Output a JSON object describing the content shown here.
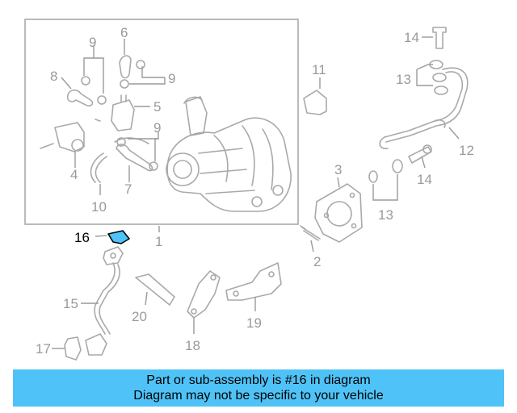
{
  "diagram": {
    "highlight_color": "#4fc3f7",
    "callouts": [
      {
        "id": "c1",
        "label": "1"
      },
      {
        "id": "c2",
        "label": "2"
      },
      {
        "id": "c3",
        "label": "3"
      },
      {
        "id": "c4",
        "label": "4"
      },
      {
        "id": "c5",
        "label": "5"
      },
      {
        "id": "c6",
        "label": "6"
      },
      {
        "id": "c7",
        "label": "7"
      },
      {
        "id": "c8",
        "label": "8"
      },
      {
        "id": "c9a",
        "label": "9"
      },
      {
        "id": "c9b",
        "label": "9"
      },
      {
        "id": "c9c",
        "label": "9"
      },
      {
        "id": "c10",
        "label": "10"
      },
      {
        "id": "c11",
        "label": "11"
      },
      {
        "id": "c12",
        "label": "12"
      },
      {
        "id": "c13a",
        "label": "13"
      },
      {
        "id": "c13b",
        "label": "13"
      },
      {
        "id": "c14a",
        "label": "14"
      },
      {
        "id": "c14b",
        "label": "14"
      },
      {
        "id": "c15",
        "label": "15"
      },
      {
        "id": "c16",
        "label": "16"
      },
      {
        "id": "c17",
        "label": "17"
      },
      {
        "id": "c18",
        "label": "18"
      },
      {
        "id": "c19",
        "label": "19"
      },
      {
        "id": "c20",
        "label": "20"
      }
    ]
  },
  "banner": {
    "line1": "Part or sub-assembly is #16 in diagram",
    "line2": "Diagram may not be specific to your vehicle"
  }
}
